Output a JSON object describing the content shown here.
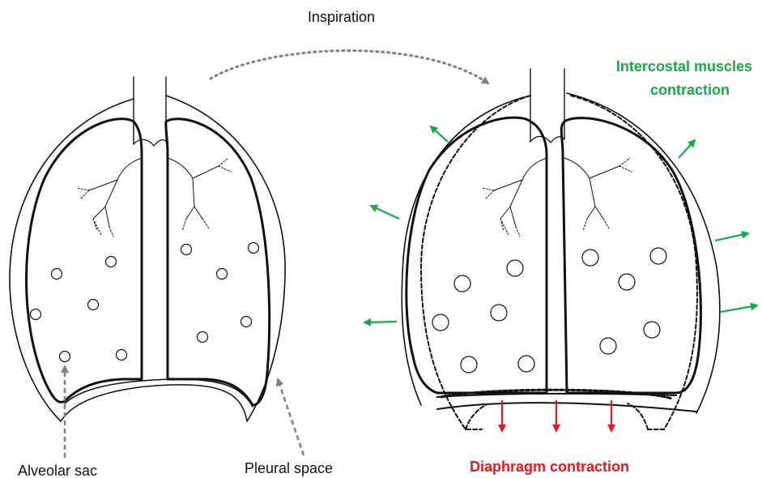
{
  "labels": {
    "inspiration": "Inspiration",
    "intercostal_line1": "Intercostal muscles",
    "intercostal_line2": "contraction",
    "diaphragm": "Diaphragm contraction",
    "alveolar_sac": "Alveolar sac",
    "pleural_space": "Pleural space"
  },
  "colors": {
    "green": "#1aa84a",
    "red": "#e8181c",
    "gray": "#808080",
    "line": "#111111"
  }
}
